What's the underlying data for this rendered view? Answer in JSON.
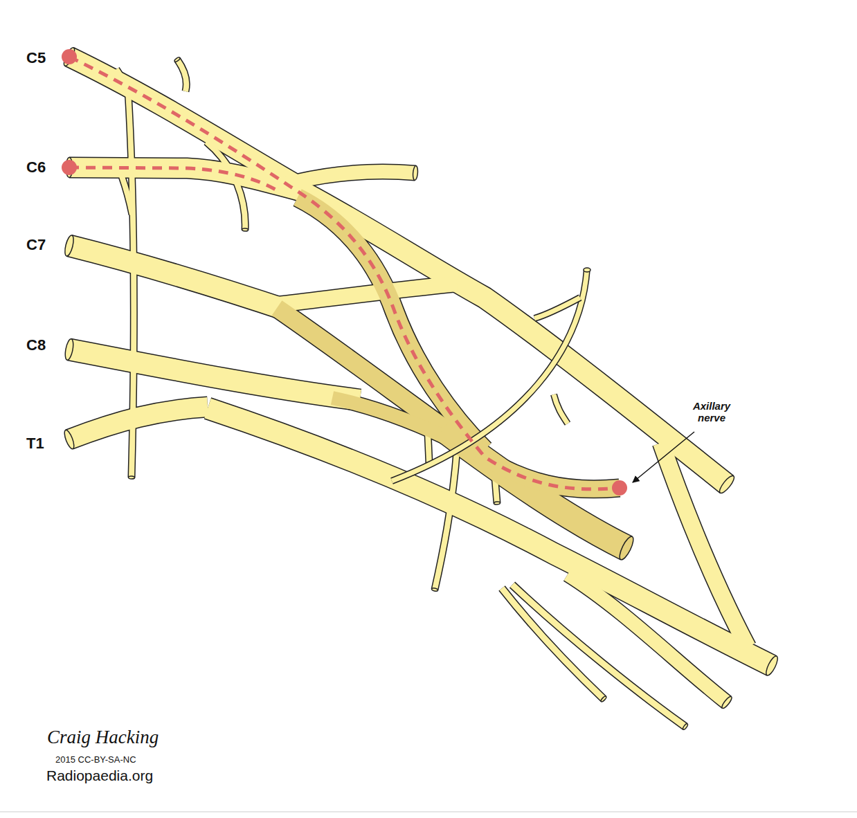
{
  "diagram": {
    "labels": [
      "C5",
      "C6",
      "C7",
      "C8",
      "T1",
      "Axillary nerve",
      "Craig Hacking",
      "2015 CC-BY-SA-NC",
      "Radiopaedia.org"
    ]
  }
}
